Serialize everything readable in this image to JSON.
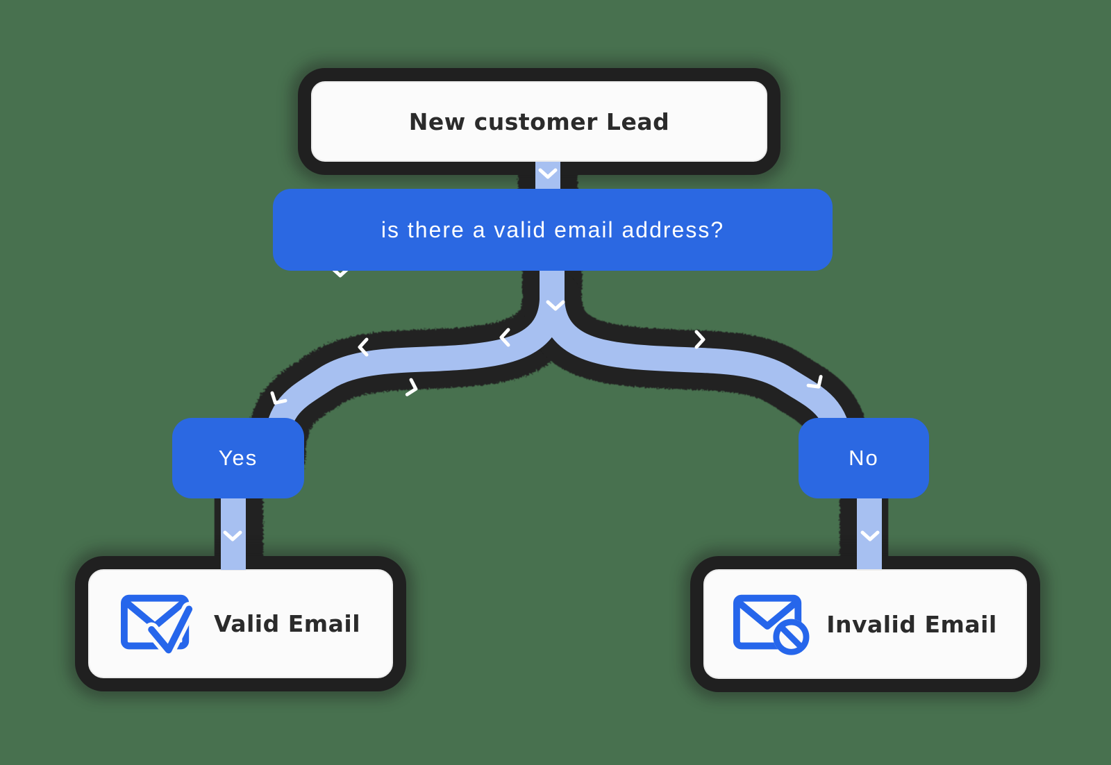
{
  "diagram": {
    "nodes": {
      "start": {
        "label": "New customer Lead"
      },
      "question": {
        "label": "is there a valid email address?"
      },
      "yes": {
        "label": "Yes"
      },
      "no": {
        "label": "No"
      },
      "valid": {
        "label": "Valid Email",
        "icon": "email-check-icon"
      },
      "invalid": {
        "label": "Invalid Email",
        "icon": "email-blocked-icon"
      }
    },
    "edges": [
      {
        "from": "start",
        "to": "question"
      },
      {
        "from": "question",
        "to": "yes"
      },
      {
        "from": "question",
        "to": "no"
      },
      {
        "from": "yes",
        "to": "valid"
      },
      {
        "from": "no",
        "to": "invalid"
      }
    ]
  },
  "colors": {
    "background": "#48714F",
    "node_blue": "#2B68E2",
    "ribbon": "#A7C0F1",
    "outline": "#202020",
    "node_white": "#FBFBFB",
    "text_dark": "#2B2B2B",
    "icon_blue": "#2666EB",
    "chevron": "#FFFFFF"
  }
}
